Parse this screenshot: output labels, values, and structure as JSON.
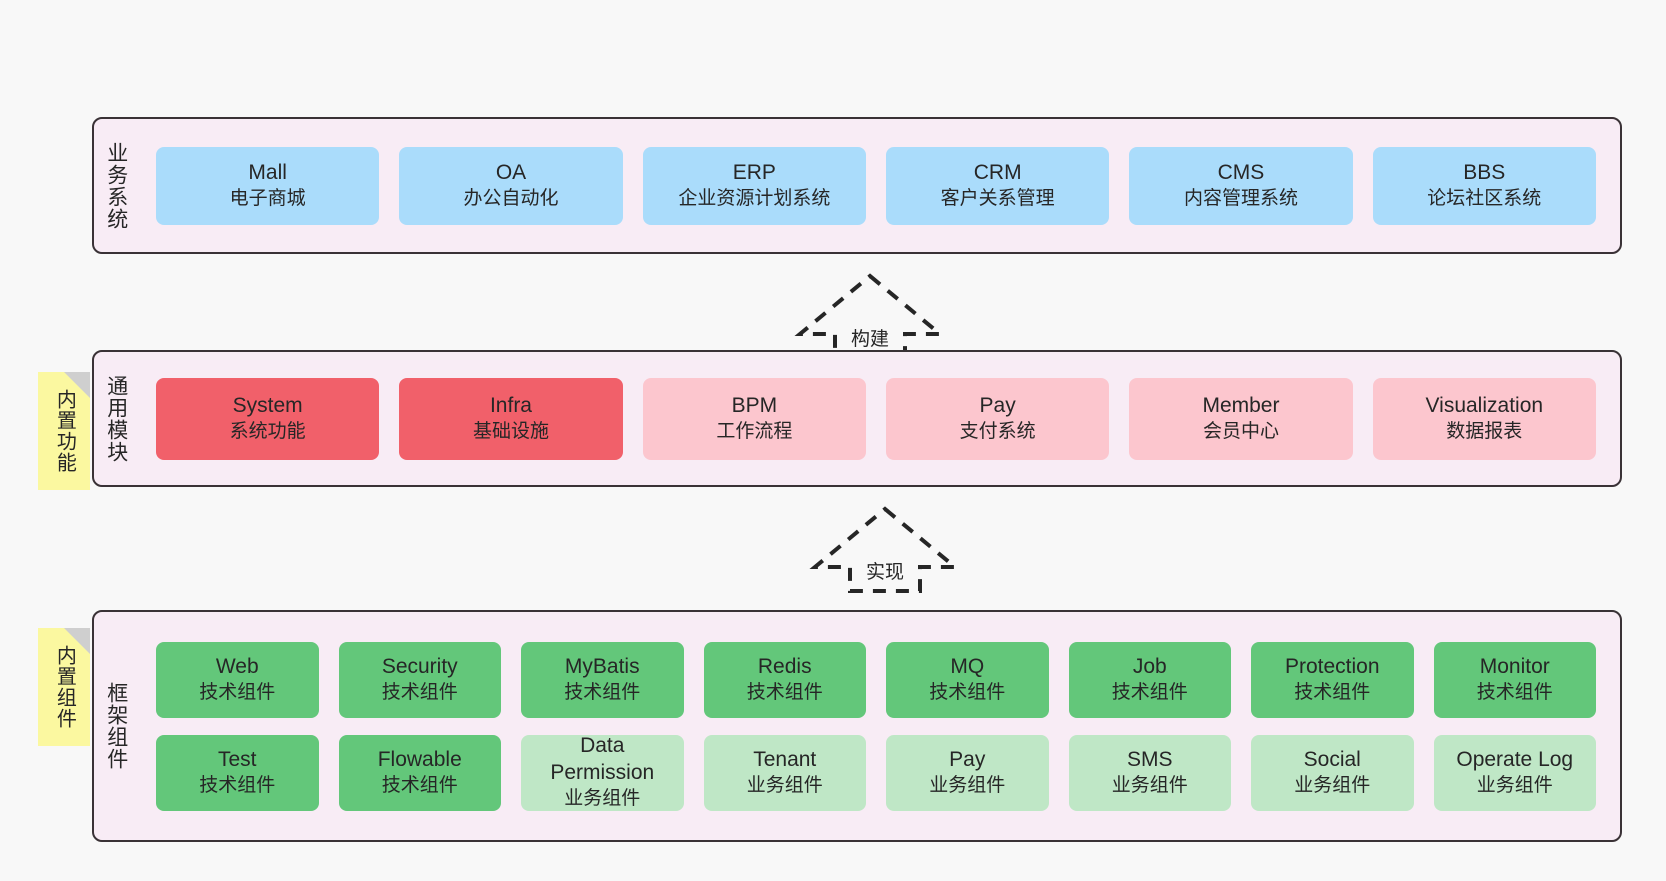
{
  "diagram": {
    "title_implicit": "",
    "colors": {
      "band_bg": "#f8ecf5",
      "band_border": "#3a3236",
      "blue": "#aadcfb",
      "red": "#f1606a",
      "pink": "#fcc6ce",
      "green": "#63c77a",
      "light_green": "#bfe7c6",
      "note_yellow": "#fbf8a0",
      "canvas_bg": "#f8f8f8"
    }
  },
  "layers": [
    {
      "key": "business",
      "title": "业务系统",
      "rows": [
        {
          "nodes": [
            {
              "en": "Mall",
              "cn": "电子商城",
              "color": "blue"
            },
            {
              "en": "OA",
              "cn": "办公自动化",
              "color": "blue"
            },
            {
              "en": "ERP",
              "cn": "企业资源计划系统",
              "color": "blue"
            },
            {
              "en": "CRM",
              "cn": "客户关系管理",
              "color": "blue"
            },
            {
              "en": "CMS",
              "cn": "内容管理系统",
              "color": "blue"
            },
            {
              "en": "BBS",
              "cn": "论坛社区系统",
              "color": "blue"
            }
          ]
        }
      ]
    },
    {
      "key": "modules",
      "title": "通用模块",
      "note": "内置功能",
      "rows": [
        {
          "nodes": [
            {
              "en": "System",
              "cn": "系统功能",
              "color": "red"
            },
            {
              "en": "Infra",
              "cn": "基础设施",
              "color": "red"
            },
            {
              "en": "BPM",
              "cn": "工作流程",
              "color": "pink"
            },
            {
              "en": "Pay",
              "cn": "支付系统",
              "color": "pink"
            },
            {
              "en": "Member",
              "cn": "会员中心",
              "color": "pink"
            },
            {
              "en": "Visualization",
              "cn": "数据报表",
              "color": "pink"
            }
          ]
        }
      ]
    },
    {
      "key": "framework",
      "title": "框架组件",
      "note": "内置组件",
      "rows": [
        {
          "nodes": [
            {
              "en": "Web",
              "cn": "技术组件",
              "color": "green"
            },
            {
              "en": "Security",
              "cn": "技术组件",
              "color": "green"
            },
            {
              "en": "MyBatis",
              "cn": "技术组件",
              "color": "green"
            },
            {
              "en": "Redis",
              "cn": "技术组件",
              "color": "green"
            },
            {
              "en": "MQ",
              "cn": "技术组件",
              "color": "green"
            },
            {
              "en": "Job",
              "cn": "技术组件",
              "color": "green"
            },
            {
              "en": "Protection",
              "cn": "技术组件",
              "color": "green"
            },
            {
              "en": "Monitor",
              "cn": "技术组件",
              "color": "green"
            }
          ]
        },
        {
          "nodes": [
            {
              "en": "Test",
              "cn": "技术组件",
              "color": "green"
            },
            {
              "en": "Flowable",
              "cn": "技术组件",
              "color": "green"
            },
            {
              "en": "Data",
              "en2": "Permission",
              "cn": "业务组件",
              "color": "light_green"
            },
            {
              "en": "Tenant",
              "cn": "业务组件",
              "color": "light_green"
            },
            {
              "en": "Pay",
              "cn": "业务组件",
              "color": "light_green"
            },
            {
              "en": "SMS",
              "cn": "业务组件",
              "color": "light_green"
            },
            {
              "en": "Social",
              "cn": "业务组件",
              "color": "light_green"
            },
            {
              "en": "Operate Log",
              "cn": "业务组件",
              "color": "light_green"
            }
          ]
        }
      ]
    }
  ],
  "arrows": [
    {
      "key": "build",
      "label": "构建"
    },
    {
      "key": "implement",
      "label": "实现"
    }
  ]
}
